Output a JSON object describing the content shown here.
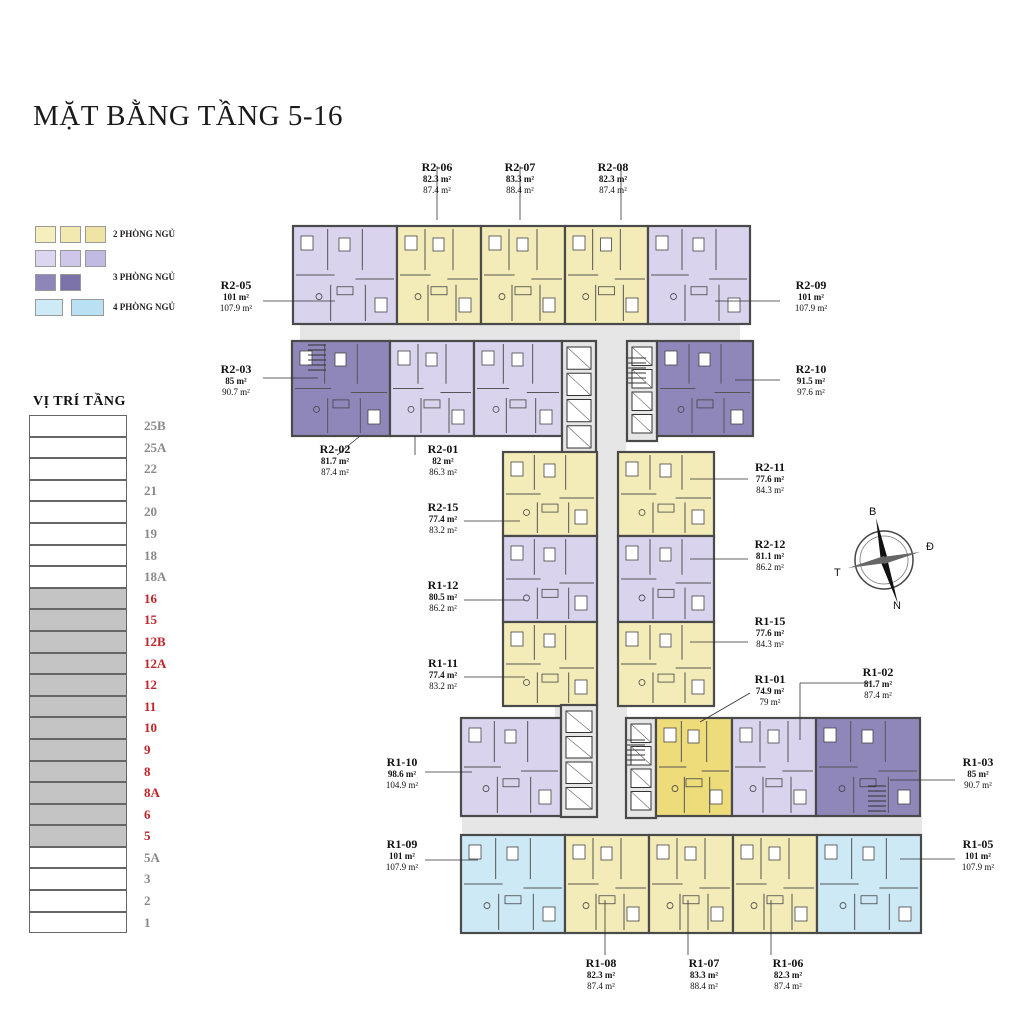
{
  "title": "MẶT BẰNG TẦNG 5-16",
  "legend": [
    {
      "label": "2 PHÒNG NGỦ",
      "colors": [
        "#f5eebd",
        "#f2e9b0",
        "#efe4a3"
      ]
    },
    {
      "label": "3 PHÒNG NGỦ",
      "colors": [
        "#dcd6f0",
        "#cfc7ea",
        "#c3bae3"
      ]
    },
    {
      "label": "3 PHÒNG NGỦ",
      "colors": [
        "#8e85b8",
        "#7b72aa"
      ]
    },
    {
      "label": "4 PHÒNG NGỦ",
      "colors": [
        "#cfeaf7",
        "#b9e0f3"
      ]
    }
  ],
  "floor_title": "VỊ TRÍ TẦNG",
  "floors": [
    {
      "name": "25B",
      "active": false
    },
    {
      "name": "25A",
      "active": false
    },
    {
      "name": "22",
      "active": false
    },
    {
      "name": "21",
      "active": false
    },
    {
      "name": "20",
      "active": false
    },
    {
      "name": "19",
      "active": false
    },
    {
      "name": "18",
      "active": false
    },
    {
      "name": "18A",
      "active": false
    },
    {
      "name": "16",
      "active": true
    },
    {
      "name": "15",
      "active": true
    },
    {
      "name": "12B",
      "active": true
    },
    {
      "name": "12A",
      "active": true
    },
    {
      "name": "12",
      "active": true
    },
    {
      "name": "11",
      "active": true
    },
    {
      "name": "10",
      "active": true
    },
    {
      "name": "9",
      "active": true
    },
    {
      "name": "8",
      "active": true
    },
    {
      "name": "8A",
      "active": true
    },
    {
      "name": "6",
      "active": true
    },
    {
      "name": "5",
      "active": true
    },
    {
      "name": "5A",
      "active": false
    },
    {
      "name": "3",
      "active": false
    },
    {
      "name": "2",
      "active": false
    },
    {
      "name": "1",
      "active": false
    }
  ],
  "units": [
    {
      "id": "R2-06",
      "area1": "82.3 m²",
      "area2": "87.4 m²"
    },
    {
      "id": "R2-07",
      "area1": "83.3 m²",
      "area2": "88.4 m²"
    },
    {
      "id": "R2-08",
      "area1": "82.3 m²",
      "area2": "87.4 m²"
    },
    {
      "id": "R2-05",
      "area1": "101 m²",
      "area2": "107.9 m²"
    },
    {
      "id": "R2-09",
      "area1": "101 m²",
      "area2": "107.9 m²"
    },
    {
      "id": "R2-03",
      "area1": "85 m²",
      "area2": "90.7 m²"
    },
    {
      "id": "R2-10",
      "area1": "91.5 m²",
      "area2": "97.6 m²"
    },
    {
      "id": "R2-02",
      "area1": "81.7 m²",
      "area2": "87.4 m²"
    },
    {
      "id": "R2-01",
      "area1": "82 m²",
      "area2": "86.3 m²"
    },
    {
      "id": "R2-11",
      "area1": "77.6 m²",
      "area2": "84.3 m²"
    },
    {
      "id": "R2-15",
      "area1": "77.4 m²",
      "area2": "83.2 m²"
    },
    {
      "id": "R2-12",
      "area1": "81.1 m²",
      "area2": "86.2 m²"
    },
    {
      "id": "R1-12",
      "area1": "80.5 m²",
      "area2": "86.2 m²"
    },
    {
      "id": "R1-15",
      "area1": "77.6 m²",
      "area2": "84.3 m²"
    },
    {
      "id": "R1-11",
      "area1": "77.4 m²",
      "area2": "83.2 m²"
    },
    {
      "id": "R1-01",
      "area1": "74.9 m²",
      "area2": "79 m²"
    },
    {
      "id": "R1-02",
      "area1": "81.7 m²",
      "area2": "87.4 m²"
    },
    {
      "id": "R1-10",
      "area1": "98.6 m²",
      "area2": "104.9 m²"
    },
    {
      "id": "R1-03",
      "area1": "85 m²",
      "area2": "90.7 m²"
    },
    {
      "id": "R1-09",
      "area1": "101 m²",
      "area2": "107.9 m²"
    },
    {
      "id": "R1-05",
      "area1": "101 m²",
      "area2": "107.9 m²"
    },
    {
      "id": "R1-08",
      "area1": "82.3 m²",
      "area2": "87.4 m²"
    },
    {
      "id": "R1-07",
      "area1": "83.3 m²",
      "area2": "88.4 m²"
    },
    {
      "id": "R1-06",
      "area1": "82.3 m²",
      "area2": "87.4 m²"
    }
  ],
  "compass": {
    "north": "B",
    "east": "Đ",
    "south": "N",
    "west": "T"
  },
  "colors": {
    "yellow": "#f3ecb8",
    "lavender": "#d9d3ee",
    "purple": "#8f86ba",
    "blue": "#cde9f6",
    "gold": "#eedc7a",
    "corridor": "#e6e6e6",
    "wall": "#4a4a4a"
  }
}
